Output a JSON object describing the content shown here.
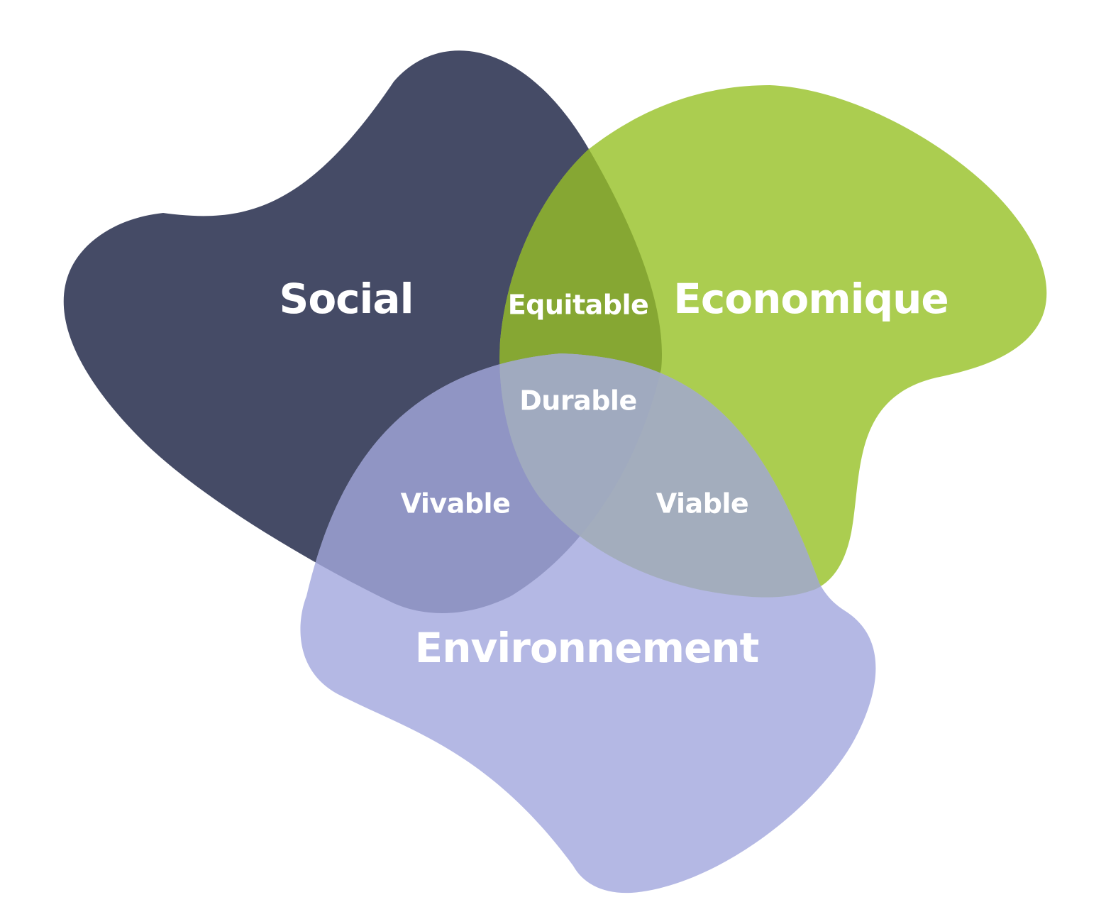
{
  "diagram": {
    "sets": {
      "social": {
        "label": "Social",
        "color": "#454b66"
      },
      "economique": {
        "label": "Economique",
        "color": "#abcd50"
      },
      "environnement": {
        "label": "Environnement",
        "color": "#b4b8e4"
      }
    },
    "intersections": {
      "social_economique": {
        "label": "Equitable",
        "color": "#86a733"
      },
      "social_environnement": {
        "label": "Vivable",
        "color": "#9095c4"
      },
      "economique_environnement": {
        "label": "Viable",
        "color": "#a3adbd"
      },
      "all": {
        "label": "Durable",
        "color": "#a0aabf"
      }
    }
  }
}
